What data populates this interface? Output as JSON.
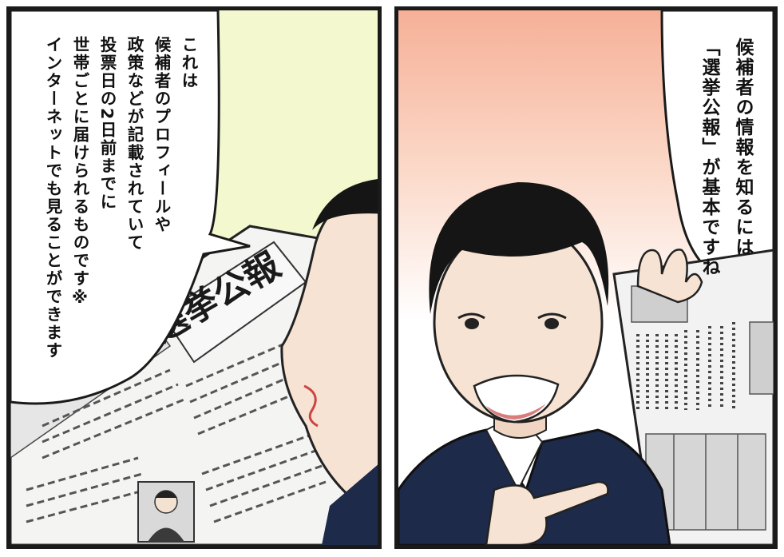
{
  "left_panel": {
    "speech_lines": [
      "これは",
      "候補者のプロフィールや",
      "政策などが記載されていて",
      "投票日の2日前までに",
      "世帯ごとに届けられるものです※",
      "インターネットでも見ることができます"
    ],
    "newspaper_title": "選挙公報"
  },
  "right_panel": {
    "speech_lines": [
      "候補者の情報を知るには",
      "「選挙公報」が基本ですね"
    ]
  },
  "colors": {
    "left_background": "#f3f8cf",
    "right_gradient_top": "#f6b097",
    "suit": "#1e2a4a",
    "hair": "#151515",
    "skin": "#f6e3d3"
  }
}
